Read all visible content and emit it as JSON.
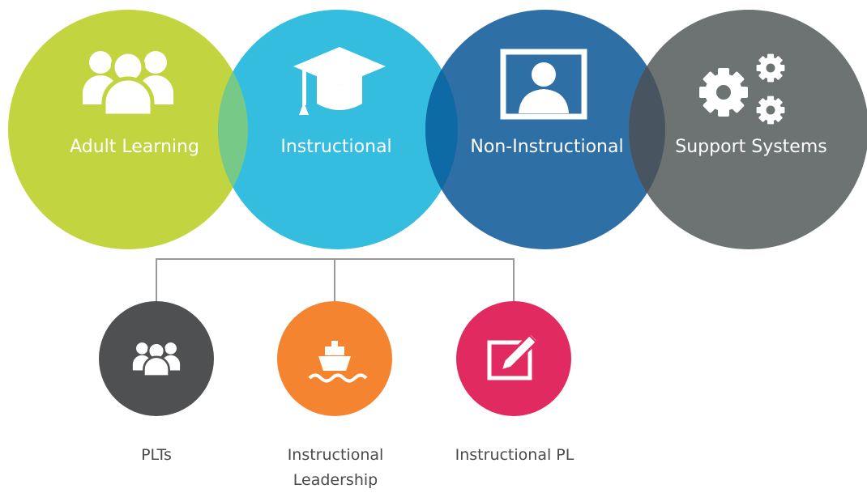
{
  "top_row": [
    {
      "label": "Adult Learning",
      "color": "#c2d540",
      "icon": "group-icon"
    },
    {
      "label": "Instructional",
      "color": "#35bde0",
      "icon": "graduation-cap-icon"
    },
    {
      "label": "Non-Instructional",
      "color": "#2e6fa6",
      "icon": "person-portrait-icon"
    },
    {
      "label": "Support Systems",
      "color": "#6d7272",
      "icon": "gears-icon"
    }
  ],
  "overlap_colors": {
    "adult_instructional": "#76c986",
    "instructional_non": "#0d6aa4",
    "non_support": "#48545f"
  },
  "children": [
    {
      "label_lines": [
        "PLTs"
      ],
      "color": "#4e5052",
      "icon": "group-icon"
    },
    {
      "label_lines": [
        "Instructional",
        "Leadership"
      ],
      "color": "#f58430",
      "icon": "ship-icon"
    },
    {
      "label_lines": [
        "Instructional PL"
      ],
      "color": "#e02a60",
      "icon": "edit-pencil-icon"
    }
  ],
  "connector_color": "#9a9a9a"
}
